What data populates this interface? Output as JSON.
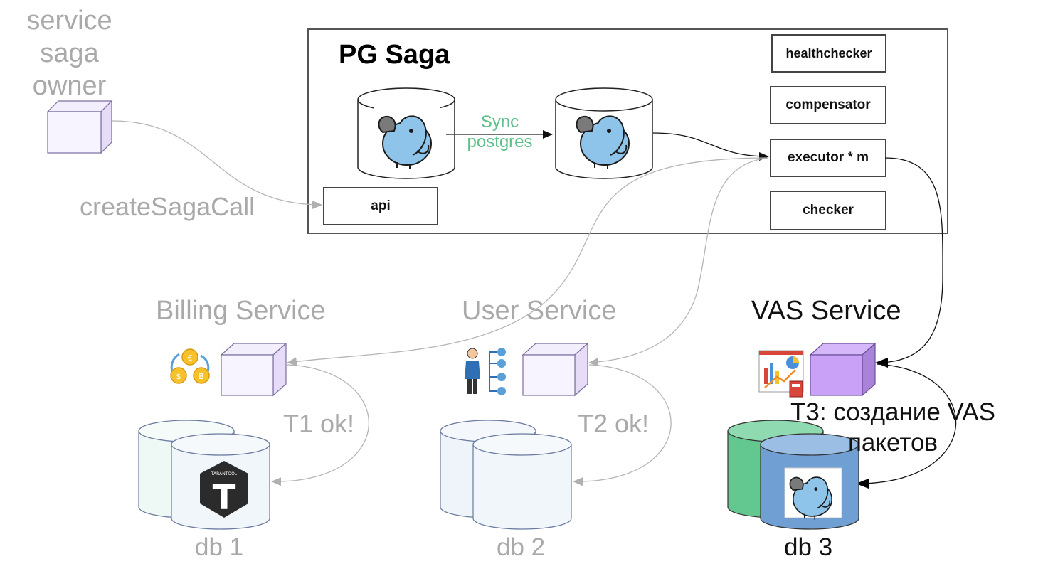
{
  "owner": {
    "line1": "service",
    "line2": "saga",
    "line3": "owner"
  },
  "saga": {
    "title": "PG Saga",
    "sync_line1": "Sync",
    "sync_line2": "postgres",
    "api": "api",
    "components": [
      "healthchecker",
      "compensator",
      "executor * m",
      "checker"
    ]
  },
  "call_label": "createSagaCall",
  "services": [
    {
      "name": "Billing Service",
      "db": "db 1",
      "ok": "T1 ok!",
      "logo_text": "TARANTOOL",
      "logo_letter": "T"
    },
    {
      "name": "User Service",
      "db": "db 2",
      "ok": "T2 ok!"
    },
    {
      "name": "VAS Service",
      "db": "db 3",
      "ok_line1": "T3: создание VAS",
      "ok_line2": "пакетов"
    }
  ],
  "colors": {
    "gray": "#a9a9a9",
    "sync_green": "#5ec08a",
    "vas_cube": "#c9a1f7",
    "light_cube": "#f7f3ff",
    "db3_green": "#63c88f",
    "db3_blue": "#6f9fd3",
    "elephant": "#8ec4ea"
  },
  "icons": [
    "cube-icon",
    "postgres-elephant-icon",
    "coins-icon",
    "user-org-icon",
    "analytics-icon",
    "tarantool-logo-icon"
  ]
}
